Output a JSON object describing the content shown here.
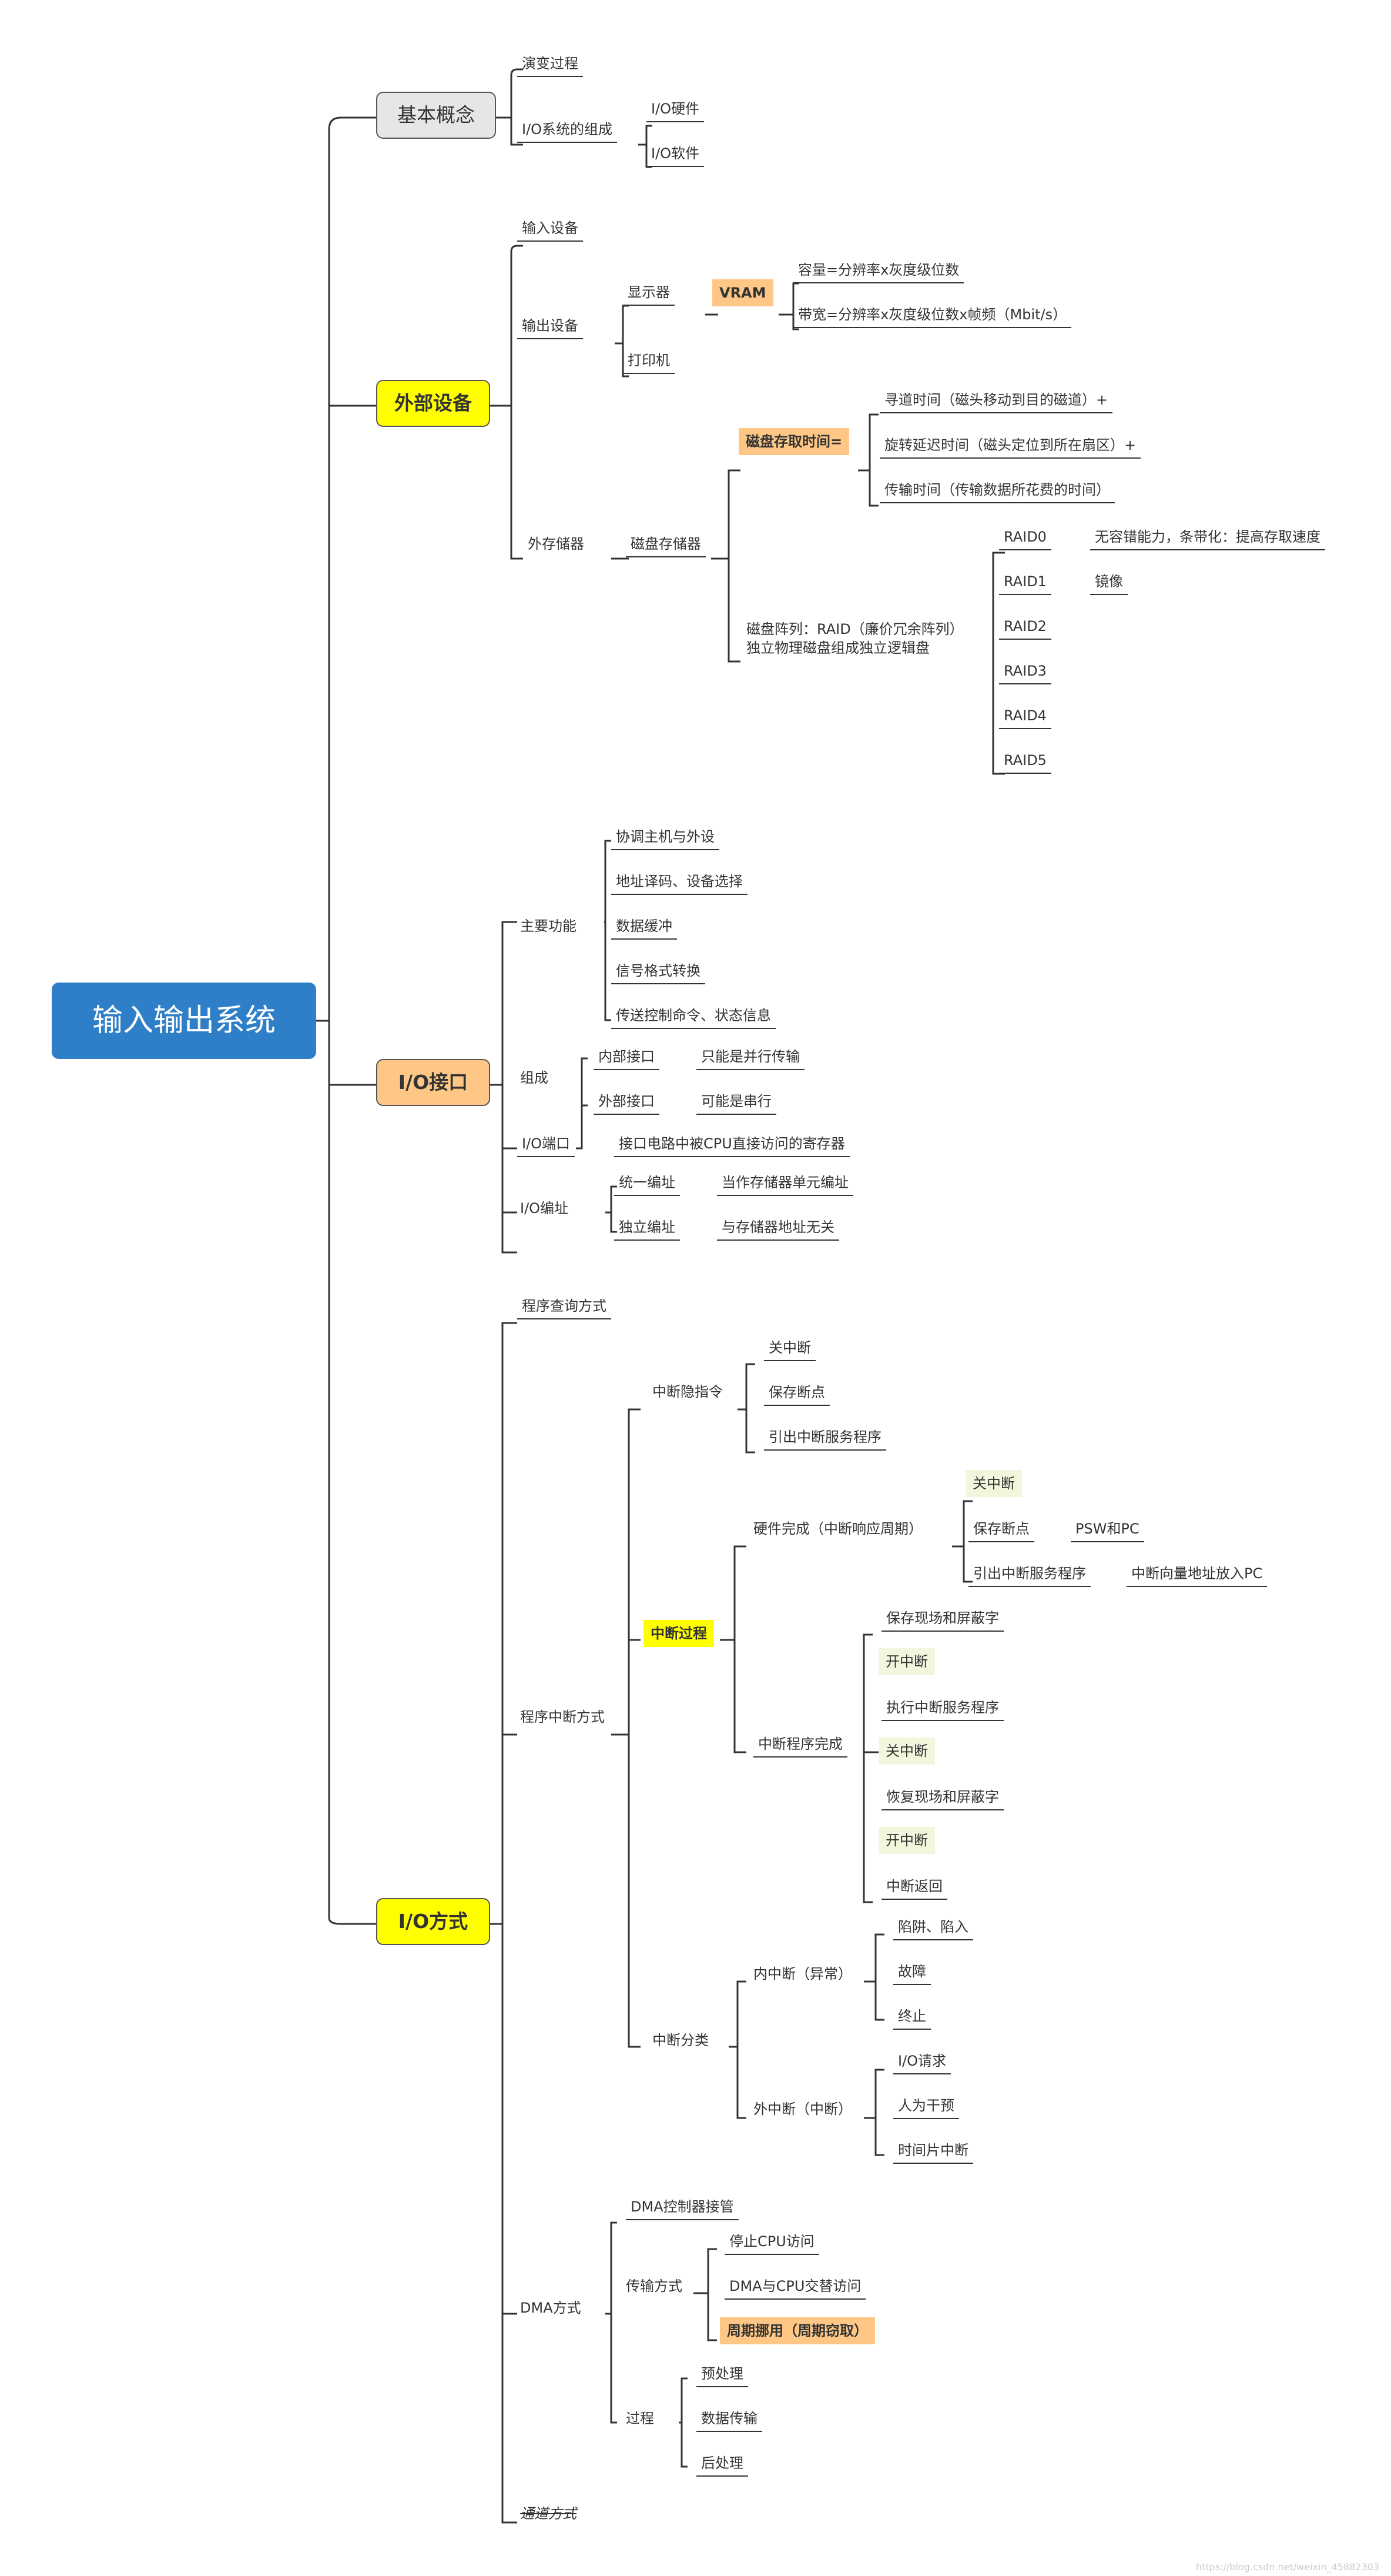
{
  "root": {
    "label": "输入输出系统"
  },
  "categories": {
    "basic": "基本概念",
    "external": "外部设备",
    "interface": "I/O接口",
    "methods": "I/O方式"
  },
  "basic": {
    "evolution": "演变过程",
    "composition": "I/O系统的组成",
    "hardware": "I/O硬件",
    "software": "I/O软件"
  },
  "external": {
    "input_device": "输入设备",
    "output_device": "输出设备",
    "display": "显示器",
    "vram": "VRAM",
    "capacity": "容量=分辨率x灰度级位数",
    "bandwidth": "带宽=分辨率x灰度级位数x帧频（Mbit/s）",
    "printer": "打印机",
    "external_storage": "外存储器",
    "disk_storage": "磁盘存储器",
    "disk_access_time": "磁盘存取时间=",
    "seek_time": "寻道时间（磁头移动到目的磁道）+",
    "rotation_delay": "旋转延迟时间（磁头定位到所在扇区）+",
    "transfer_time": "传输时间（传输数据所花费的时间）",
    "raid_line1": "磁盘阵列：RAID（廉价冗余阵列）",
    "raid_line2": "独立物理磁盘组成独立逻辑盘",
    "raid0": "RAID0",
    "raid0_desc": "无容错能力，条带化：提高存取速度",
    "raid1": "RAID1",
    "raid1_desc": "镜像",
    "raid2": "RAID2",
    "raid3": "RAID3",
    "raid4": "RAID4",
    "raid5": "RAID5"
  },
  "interface": {
    "main_functions": "主要功能",
    "f1": "协调主机与外设",
    "f2": "地址译码、设备选择",
    "f3": "数据缓冲",
    "f4": "信号格式转换",
    "f5": "传送控制命令、状态信息",
    "composition": "组成",
    "internal": "内部接口",
    "internal_desc": "只能是并行传输",
    "external": "外部接口",
    "external_desc": "可能是串行",
    "port": "I/O端口",
    "port_desc": "接口电路中被CPU直接访问的寄存器",
    "addressing": "I/O编址",
    "unified": "统一编址",
    "unified_desc": "当作存储器单元编址",
    "independent": "独立编址",
    "independent_desc": "与存储器地址无关"
  },
  "methods": {
    "polling": "程序查询方式",
    "interrupt": "程序中断方式",
    "implicit": "中断隐指令",
    "close_int": "关中断",
    "save_bp": "保存断点",
    "lead_isr": "引出中断服务程序",
    "int_process": "中断过程",
    "hw_done": "硬件完成（中断响应周期）",
    "hw_close": "关中断",
    "hw_save": "保存断点",
    "psw_pc": "PSW和PC",
    "hw_lead": "引出中断服务程序",
    "vector": "中断向量地址放入PC",
    "sw_done": "中断程序完成",
    "s1": "保存现场和屏蔽字",
    "s2": "开中断",
    "s3": "执行中断服务程序",
    "s4": "关中断",
    "s5": "恢复现场和屏蔽字",
    "s6": "开中断",
    "s7": "中断返回",
    "classification": "中断分类",
    "internal_int": "内中断（异常）",
    "trap": "陷阱、陷入",
    "fault": "故障",
    "abort": "终止",
    "external_int": "外中断（中断）",
    "io_request": "I/O请求",
    "human": "人为干预",
    "timeslice": "时间片中断",
    "dma": "DMA方式",
    "dma_takeover": "DMA控制器接管",
    "transfer_mode": "传输方式",
    "stop_cpu": "停止CPU访问",
    "alternate": "DMA与CPU交替访问",
    "cycle_steal": "周期挪用（周期窃取）",
    "process": "过程",
    "pre": "预处理",
    "data_transfer": "数据传输",
    "post": "后处理",
    "channel": "通道方式"
  },
  "watermark": "https://blog.csdn.net/weixin_45882303"
}
